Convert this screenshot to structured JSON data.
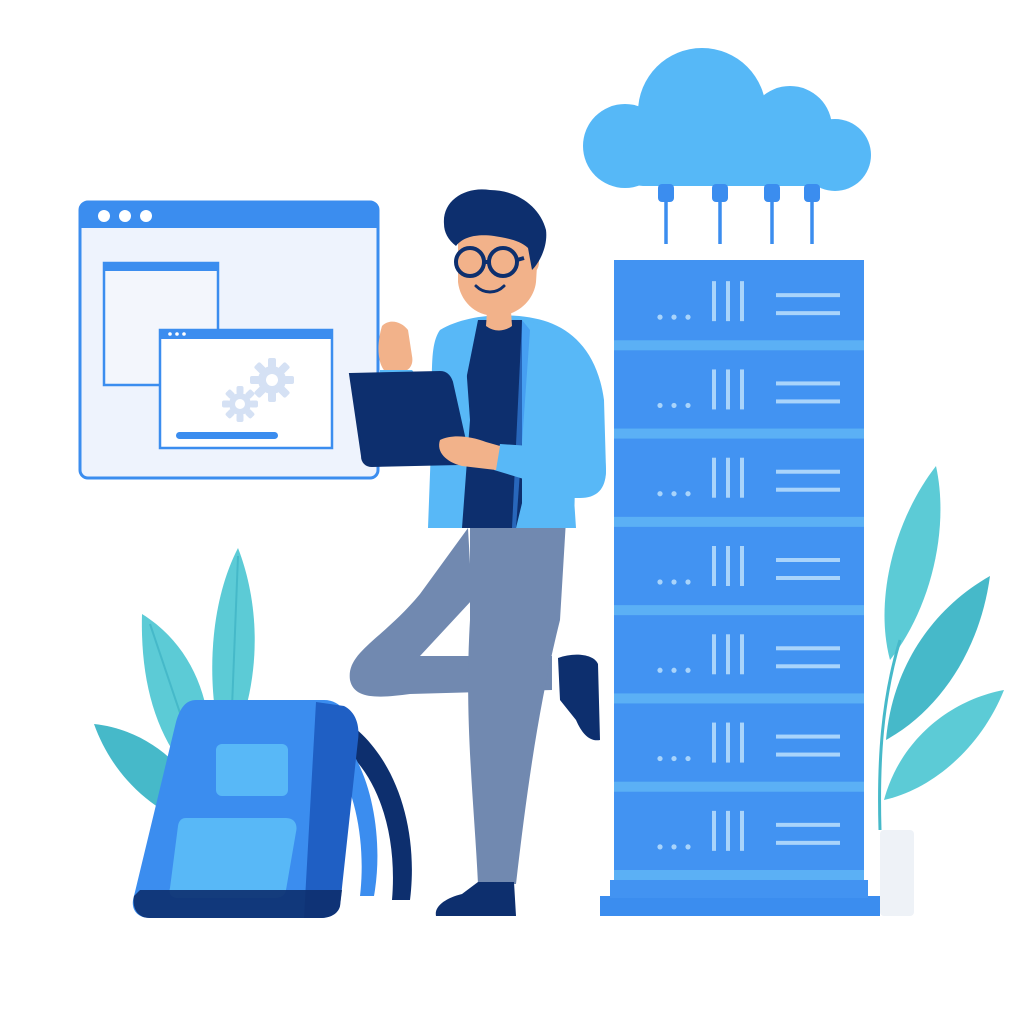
{
  "scene": {
    "description_items": [],
    "colors": {
      "background": "#ffffff",
      "brand_blue": "#3b8def",
      "server_blue": "#4293f2",
      "server_light": "#5bb0f5",
      "cloud_blue": "#56b8f7",
      "navy": "#0d2f6e",
      "jacket_blue": "#58b8f7",
      "pants_gray": "#7189b0",
      "leaf_teal": "#5ccbd6",
      "leaf_teal_dark": "#46b9c9",
      "window_bg": "#eef3fd",
      "gear_light": "#d5e1f4",
      "pot_white": "#eef2f7"
    },
    "illustration": {
      "browser_window": {
        "icon": "browser-window-icon",
        "dots": 3,
        "inner_windows": 2,
        "gears": 2
      },
      "person": {
        "icon": "person-with-tablet-icon"
      },
      "server_rack": {
        "icon": "server-rack-icon",
        "units": 7
      },
      "cloud": {
        "icon": "cloud-icon",
        "connectors": 4
      },
      "backpack": {
        "icon": "backpack-icon"
      },
      "plants": {
        "icon": "plant-icon",
        "count": 2
      }
    }
  }
}
